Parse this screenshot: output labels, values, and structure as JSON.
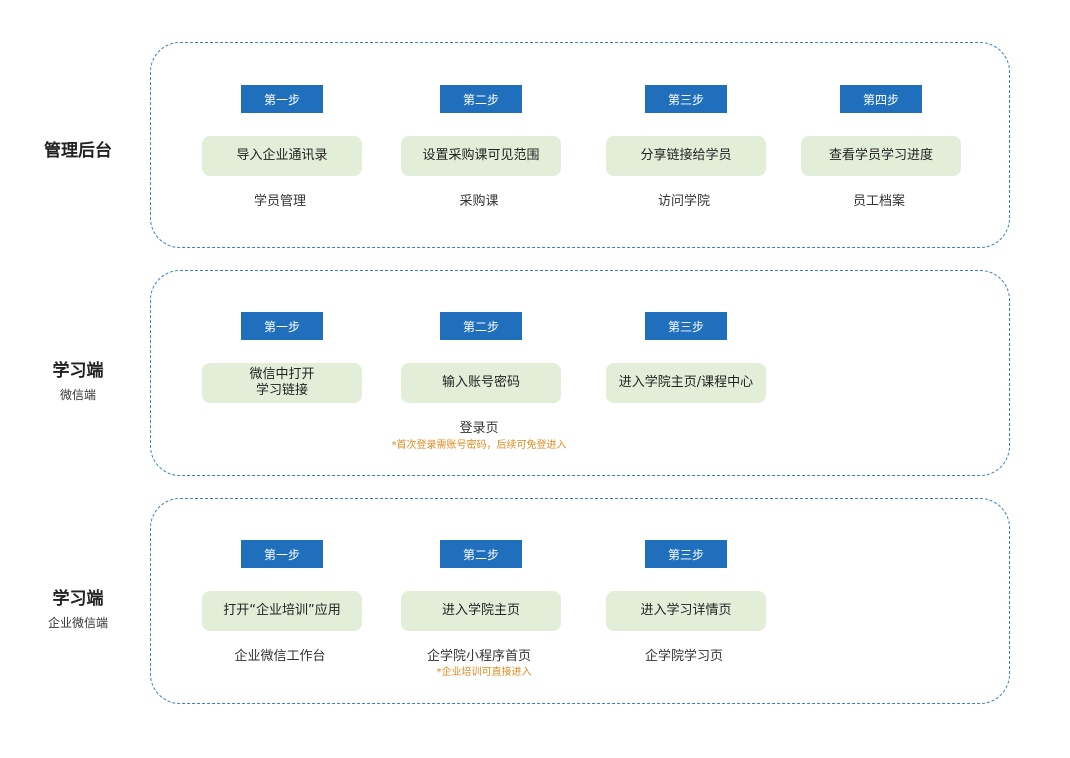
{
  "sections": [
    {
      "title": "管理后台",
      "subtitle": "",
      "steps": [
        {
          "step": "第一步",
          "box": "导入企业通讯录",
          "label": "学员管理",
          "note": ""
        },
        {
          "step": "第二步",
          "box": "设置采购课可见范围",
          "label": "采购课",
          "note": ""
        },
        {
          "step": "第三步",
          "box": "分享链接给学员",
          "label": "访问学院",
          "note": ""
        },
        {
          "step": "第四步",
          "box": "查看学员学习进度",
          "label": "员工档案",
          "note": ""
        }
      ]
    },
    {
      "title": "学习端",
      "subtitle": "微信端",
      "steps": [
        {
          "step": "第一步",
          "box": "微信中打开\n学习链接",
          "label": "",
          "note": ""
        },
        {
          "step": "第二步",
          "box": "输入账号密码",
          "label": "登录页",
          "note": "*首次登录需账号密码，后续可免登进入"
        },
        {
          "step": "第三步",
          "box": "进入学院主页/课程中心",
          "label": "",
          "note": ""
        }
      ]
    },
    {
      "title": "学习端",
      "subtitle": "企业微信端",
      "steps": [
        {
          "step": "第一步",
          "box": "打开“企业培训”应用",
          "label": "企业微信工作台",
          "note": ""
        },
        {
          "step": "第二步",
          "box": "进入学院主页",
          "label": "企学院小程序首页",
          "note": "*企业培训可直接进入"
        },
        {
          "step": "第三步",
          "box": "进入学习详情页",
          "label": "企学院学习页",
          "note": ""
        }
      ]
    }
  ]
}
